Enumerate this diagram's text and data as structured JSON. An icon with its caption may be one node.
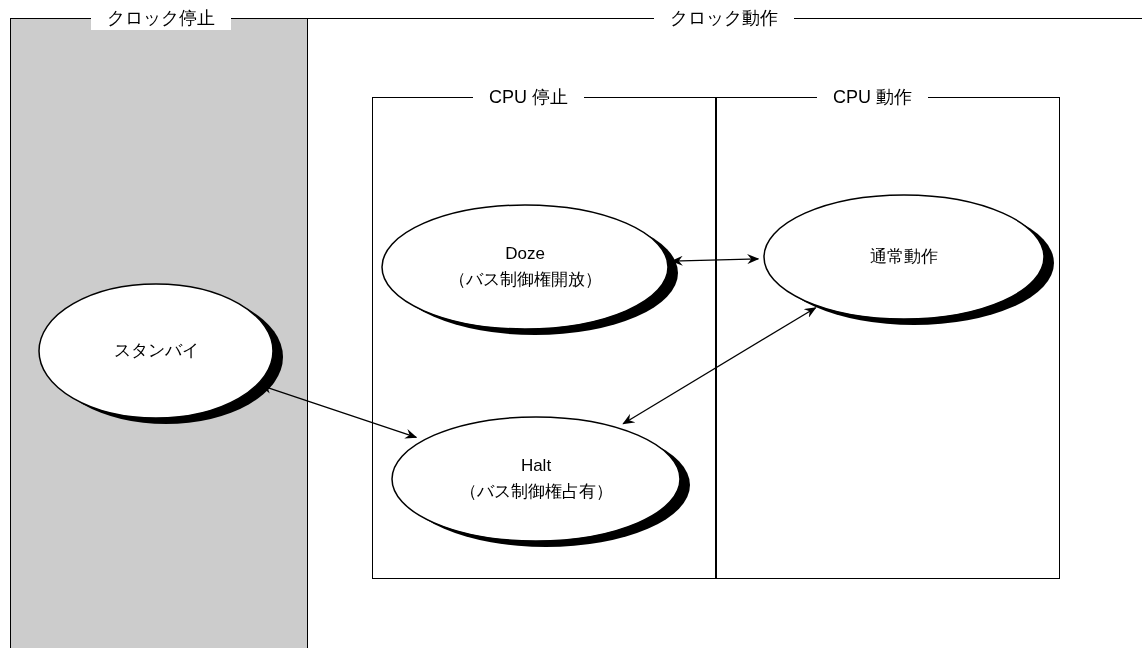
{
  "diagram": {
    "nodes": [
      {
        "text": [
          "クロック停止"
        ]
      },
      {
        "text": [
          "クロック動作"
        ]
      },
      {
        "text": [
          "CPU 停止"
        ],
        "in": 1
      },
      {
        "text": [
          "CPU 動作"
        ],
        "in": 1
      },
      {
        "text": [
          "スタンバイ"
        ],
        "in": 0
      },
      {
        "text": [
          "Doze",
          "（バス制御権開放）"
        ],
        "in": 2
      },
      {
        "text": [
          "Halt",
          "（バス制御権占有）"
        ],
        "in": 2
      },
      {
        "text": [
          "通常動作"
        ],
        "in": 3
      }
    ],
    "edges": [
      {
        "from": 4,
        "to": 6,
        "arrow": "both"
      },
      {
        "from": 5,
        "to": 7,
        "arrow": "both"
      },
      {
        "from": 6,
        "to": 7,
        "arrow": "both"
      }
    ]
  }
}
